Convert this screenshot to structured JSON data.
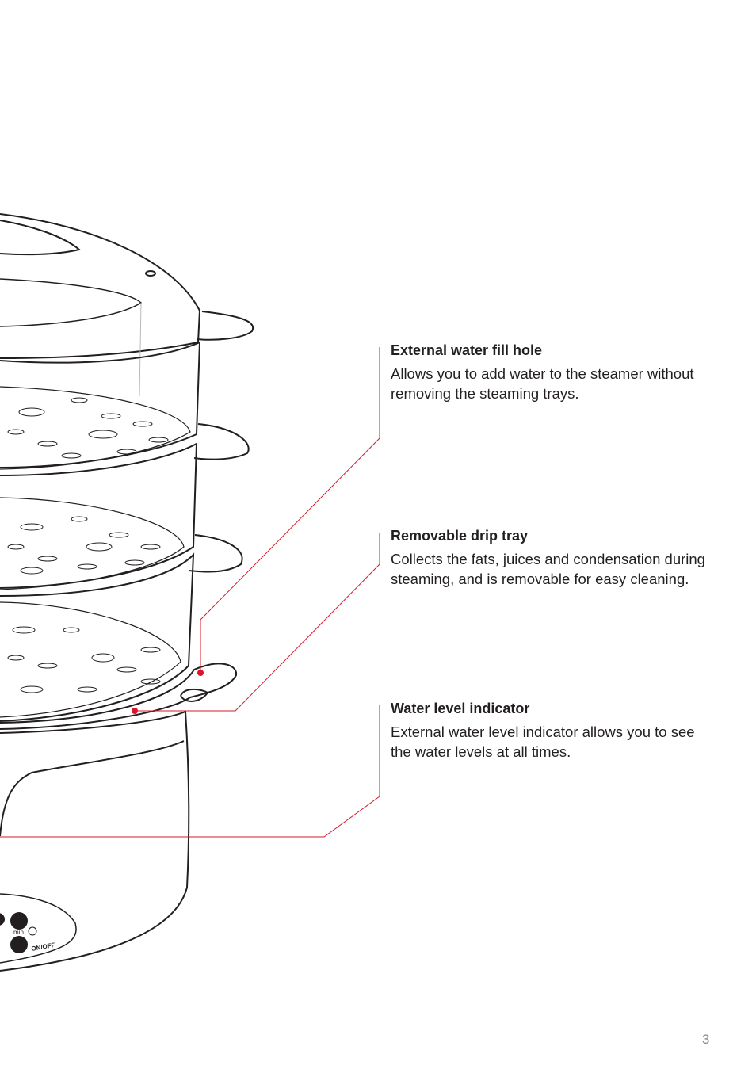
{
  "callouts": [
    {
      "heading": "External water fill hole",
      "body": "Allows you to add water to the steamer without removing the steaming trays."
    },
    {
      "heading": "Removable drip tray",
      "body": "Collects the fats, juices and condensation during steaming, and is removable for easy cleaning."
    },
    {
      "heading": "Water level indicator",
      "body": "External water level indicator allows you to see the water levels at all times."
    }
  ],
  "control_panel": {
    "timer_label": "min",
    "power_label": "ON/OFF"
  },
  "page_number": "3",
  "colors": {
    "leader_line": "#d7182a",
    "outline": "#231f20",
    "page_number": "#8a8a8a"
  }
}
